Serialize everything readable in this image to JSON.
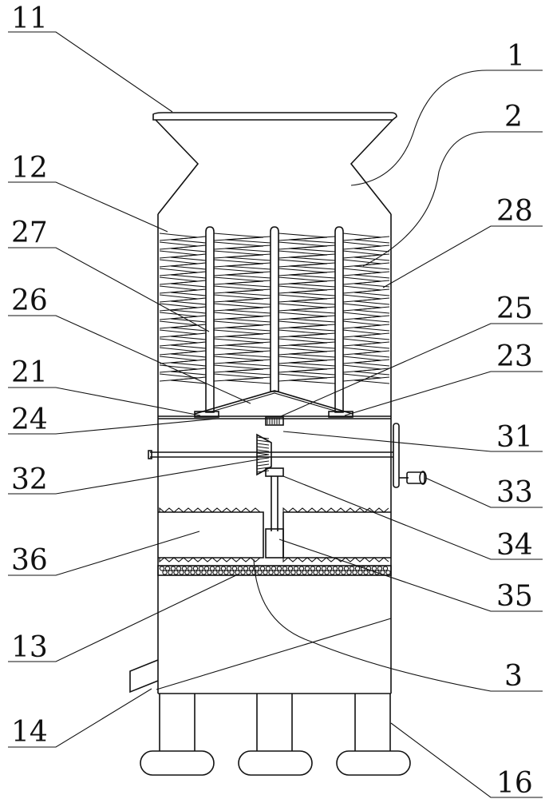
{
  "labels": {
    "l1": "1",
    "l2": "2",
    "l3": "3",
    "l11": "11",
    "l12": "12",
    "l13": "13",
    "l14": "14",
    "l16": "16",
    "l21": "21",
    "l23": "23",
    "l24": "24",
    "l25": "25",
    "l26": "26",
    "l27": "27",
    "l28": "28",
    "l31": "31",
    "l32": "32",
    "l33": "33",
    "l34": "34",
    "l35": "35",
    "l36": "36"
  },
  "colors": {
    "ink": "#111111",
    "background": "#ffffff"
  }
}
